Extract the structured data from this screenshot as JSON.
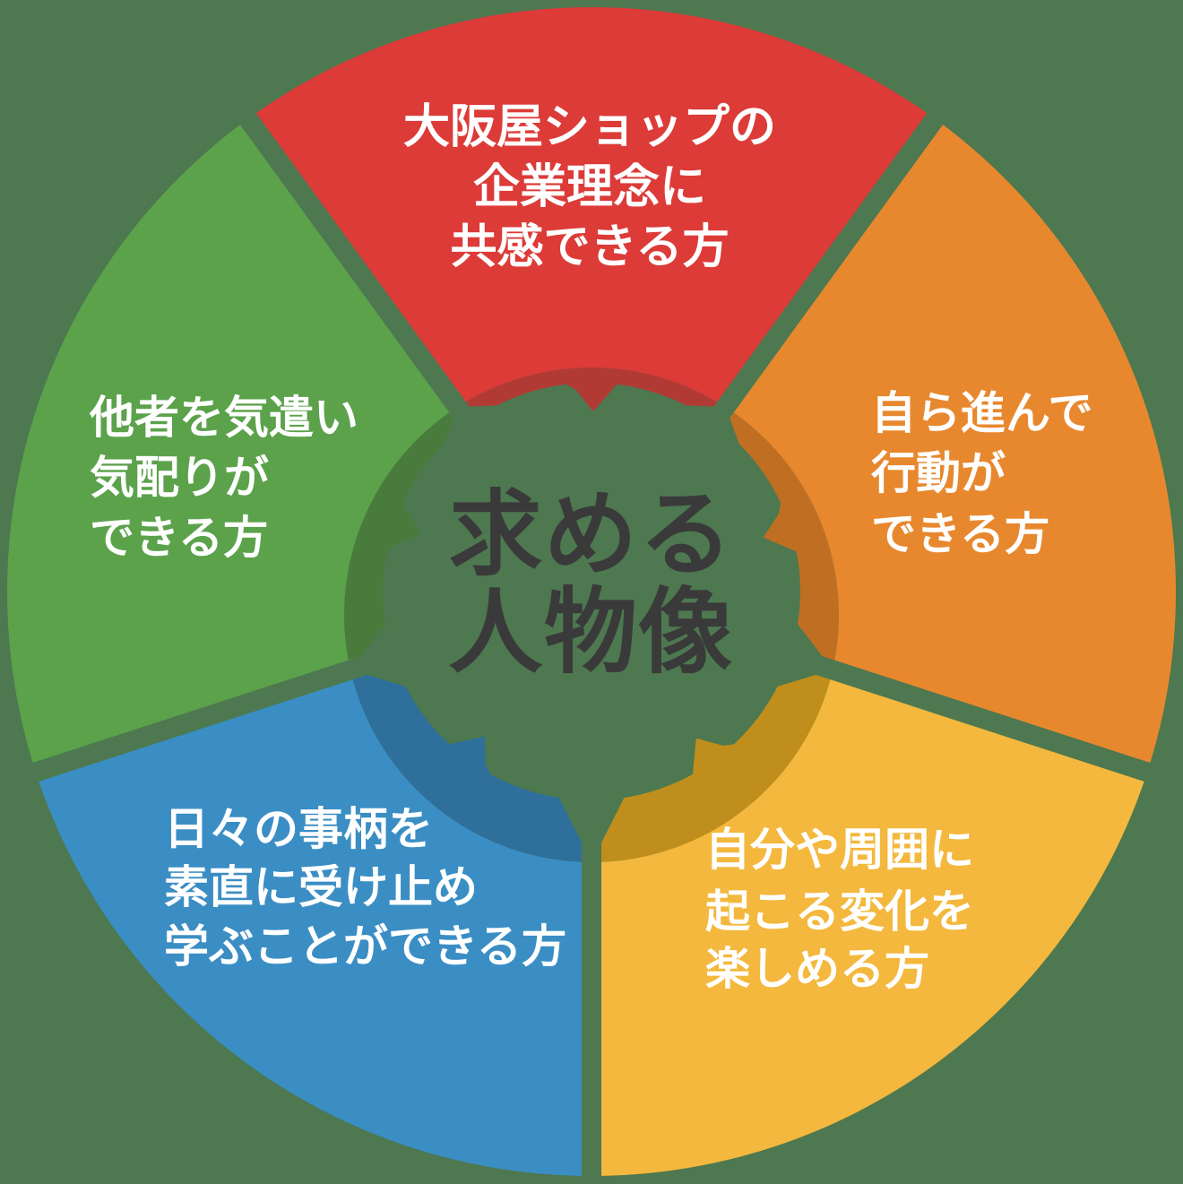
{
  "title": {
    "line1": "求める",
    "line2": "人物像"
  },
  "colors": {
    "background": "#4d7850",
    "title_text": "#3a3a3a",
    "label_text": "#ffffff"
  },
  "segments": [
    {
      "id": "corporate-philosophy",
      "position": "top",
      "color": "#dc3b38",
      "shade": "#b23a34",
      "lines": [
        "大阪屋ショップの",
        "企業理念に",
        "共感できる方"
      ]
    },
    {
      "id": "self-initiative",
      "position": "upper-right",
      "color": "#e8882e",
      "shade": "#c06f22",
      "lines": [
        "自ら進んで",
        "行動が",
        "できる方"
      ]
    },
    {
      "id": "enjoy-change",
      "position": "lower-right",
      "color": "#f3b83d",
      "shade": "#bf8e1c",
      "lines": [
        "自分や周囲に",
        "起こる変化を",
        "楽しめる方"
      ]
    },
    {
      "id": "willing-to-learn",
      "position": "lower-left",
      "color": "#3a8ec4",
      "shade": "#2e6f9b",
      "lines": [
        "日々の事柄を",
        "素直に受け止め",
        "学ぶことができる方"
      ]
    },
    {
      "id": "considerate",
      "position": "upper-left",
      "color": "#5ba24b",
      "shade": "#497c3c",
      "lines": [
        "他者を気遣い",
        "気配りが",
        "できる方"
      ]
    }
  ]
}
